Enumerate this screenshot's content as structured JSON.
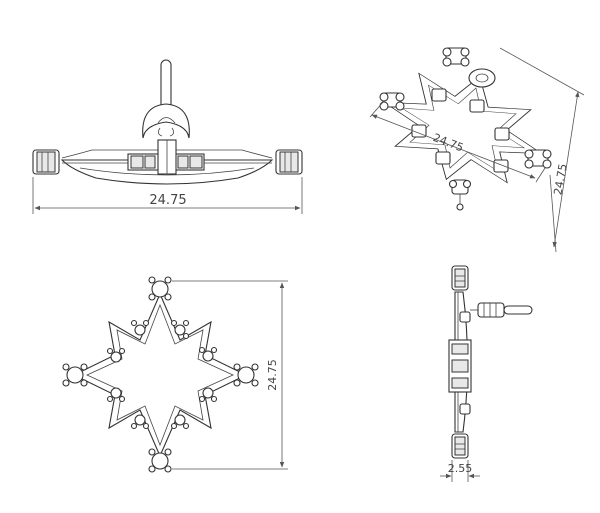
{
  "drawing": {
    "views": {
      "front": {
        "dimension_label": "24.75"
      },
      "isometric": {
        "dimension_a": "24.75",
        "dimension_b": "24.75"
      },
      "top": {
        "dimension_label": "24.75"
      },
      "side": {
        "dimension_label": "2.55"
      }
    }
  },
  "colors": {
    "line": "#333333",
    "dimension": "#555555",
    "background": "#ffffff"
  }
}
